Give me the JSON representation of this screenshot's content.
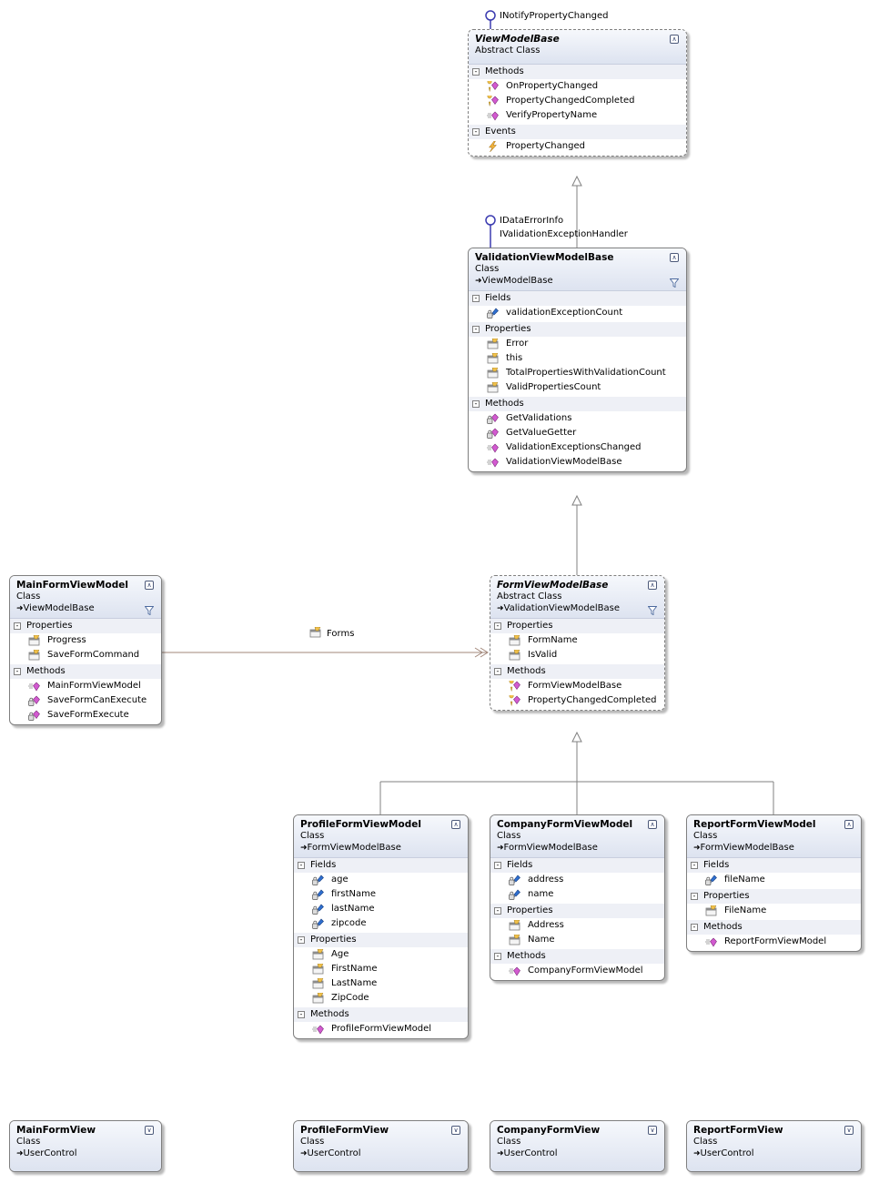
{
  "interfaces": {
    "viewmodelbase": "INotifyPropertyChanged",
    "validation_1": "IDataErrorInfo",
    "validation_2": "IValidationExceptionHandler"
  },
  "association": {
    "label": "Forms"
  },
  "classes": [
    {
      "id": "ViewModelBase",
      "name": "ViewModelBase",
      "kind": "Abstract Class",
      "base": "",
      "abstract": true,
      "filter": false,
      "sections": [
        {
          "title": "Methods",
          "items": [
            {
              "name": "OnPropertyChanged",
              "icon": "protected-method-icon"
            },
            {
              "name": "PropertyChangedCompleted",
              "icon": "protected-method-icon"
            },
            {
              "name": "VerifyPropertyName",
              "icon": "public-method-icon"
            }
          ]
        },
        {
          "title": "Events",
          "items": [
            {
              "name": "PropertyChanged",
              "icon": "event-icon"
            }
          ]
        }
      ]
    },
    {
      "id": "ValidationViewModelBase",
      "name": "ValidationViewModelBase",
      "kind": "Class",
      "base": "ViewModelBase",
      "abstract": false,
      "filter": true,
      "sections": [
        {
          "title": "Fields",
          "items": [
            {
              "name": "validationExceptionCount",
              "icon": "private-field-icon"
            }
          ]
        },
        {
          "title": "Properties",
          "items": [
            {
              "name": "Error",
              "icon": "property-icon"
            },
            {
              "name": "this",
              "icon": "property-icon"
            },
            {
              "name": "TotalPropertiesWithValidationCount",
              "icon": "property-icon"
            },
            {
              "name": "ValidPropertiesCount",
              "icon": "property-icon"
            }
          ]
        },
        {
          "title": "Methods",
          "items": [
            {
              "name": "GetValidations",
              "icon": "private-method-icon"
            },
            {
              "name": "GetValueGetter",
              "icon": "private-method-icon"
            },
            {
              "name": "ValidationExceptionsChanged",
              "icon": "public-method-icon"
            },
            {
              "name": "ValidationViewModelBase",
              "icon": "public-method-icon"
            }
          ]
        }
      ]
    },
    {
      "id": "MainFormViewModel",
      "name": "MainFormViewModel",
      "kind": "Class",
      "base": "ViewModelBase",
      "abstract": false,
      "filter": true,
      "sections": [
        {
          "title": "Properties",
          "items": [
            {
              "name": "Progress",
              "icon": "property-icon"
            },
            {
              "name": "SaveFormCommand",
              "icon": "property-icon"
            }
          ]
        },
        {
          "title": "Methods",
          "items": [
            {
              "name": "MainFormViewModel",
              "icon": "public-method-icon"
            },
            {
              "name": "SaveFormCanExecute",
              "icon": "private-method-icon"
            },
            {
              "name": "SaveFormExecute",
              "icon": "private-method-icon"
            }
          ]
        }
      ]
    },
    {
      "id": "FormViewModelBase",
      "name": "FormViewModelBase",
      "kind": "Abstract Class",
      "base": "ValidationViewModelBase",
      "abstract": true,
      "filter": true,
      "sections": [
        {
          "title": "Properties",
          "items": [
            {
              "name": "FormName",
              "icon": "property-icon"
            },
            {
              "name": "IsValid",
              "icon": "property-icon"
            }
          ]
        },
        {
          "title": "Methods",
          "items": [
            {
              "name": "FormViewModelBase",
              "icon": "protected-method-icon"
            },
            {
              "name": "PropertyChangedCompleted",
              "icon": "protected-method-icon"
            }
          ]
        }
      ]
    },
    {
      "id": "ProfileFormViewModel",
      "name": "ProfileFormViewModel",
      "kind": "Class",
      "base": "FormViewModelBase",
      "abstract": false,
      "filter": false,
      "sections": [
        {
          "title": "Fields",
          "items": [
            {
              "name": "age",
              "icon": "private-field-icon"
            },
            {
              "name": "firstName",
              "icon": "private-field-icon"
            },
            {
              "name": "lastName",
              "icon": "private-field-icon"
            },
            {
              "name": "zipcode",
              "icon": "private-field-icon"
            }
          ]
        },
        {
          "title": "Properties",
          "items": [
            {
              "name": "Age",
              "icon": "property-icon"
            },
            {
              "name": "FirstName",
              "icon": "property-icon"
            },
            {
              "name": "LastName",
              "icon": "property-icon"
            },
            {
              "name": "ZipCode",
              "icon": "property-icon"
            }
          ]
        },
        {
          "title": "Methods",
          "items": [
            {
              "name": "ProfileFormViewModel",
              "icon": "public-method-icon"
            }
          ]
        }
      ]
    },
    {
      "id": "CompanyFormViewModel",
      "name": "CompanyFormViewModel",
      "kind": "Class",
      "base": "FormViewModelBase",
      "abstract": false,
      "filter": false,
      "sections": [
        {
          "title": "Fields",
          "items": [
            {
              "name": "address",
              "icon": "private-field-icon"
            },
            {
              "name": "name",
              "icon": "private-field-icon"
            }
          ]
        },
        {
          "title": "Properties",
          "items": [
            {
              "name": "Address",
              "icon": "property-icon"
            },
            {
              "name": "Name",
              "icon": "property-icon"
            }
          ]
        },
        {
          "title": "Methods",
          "items": [
            {
              "name": "CompanyFormViewModel",
              "icon": "public-method-icon"
            }
          ]
        }
      ]
    },
    {
      "id": "ReportFormViewModel",
      "name": "ReportFormViewModel",
      "kind": "Class",
      "base": "FormViewModelBase",
      "abstract": false,
      "filter": false,
      "sections": [
        {
          "title": "Fields",
          "items": [
            {
              "name": "fileName",
              "icon": "private-field-icon"
            }
          ]
        },
        {
          "title": "Properties",
          "items": [
            {
              "name": "FileName",
              "icon": "property-icon"
            }
          ]
        },
        {
          "title": "Methods",
          "items": [
            {
              "name": "ReportFormViewModel",
              "icon": "public-method-icon"
            }
          ]
        }
      ]
    },
    {
      "id": "MainFormView",
      "name": "MainFormView",
      "kind": "Class",
      "base": "UserControl",
      "abstract": false,
      "filter": false,
      "collapsed": true,
      "sections": []
    },
    {
      "id": "ProfileFormView",
      "name": "ProfileFormView",
      "kind": "Class",
      "base": "UserControl",
      "abstract": false,
      "filter": false,
      "collapsed": true,
      "sections": []
    },
    {
      "id": "CompanyFormView",
      "name": "CompanyFormView",
      "kind": "Class",
      "base": "UserControl",
      "abstract": false,
      "filter": false,
      "collapsed": true,
      "sections": []
    },
    {
      "id": "ReportFormView",
      "name": "ReportFormView",
      "kind": "Class",
      "base": "UserControl",
      "abstract": false,
      "filter": false,
      "collapsed": true,
      "sections": []
    }
  ]
}
